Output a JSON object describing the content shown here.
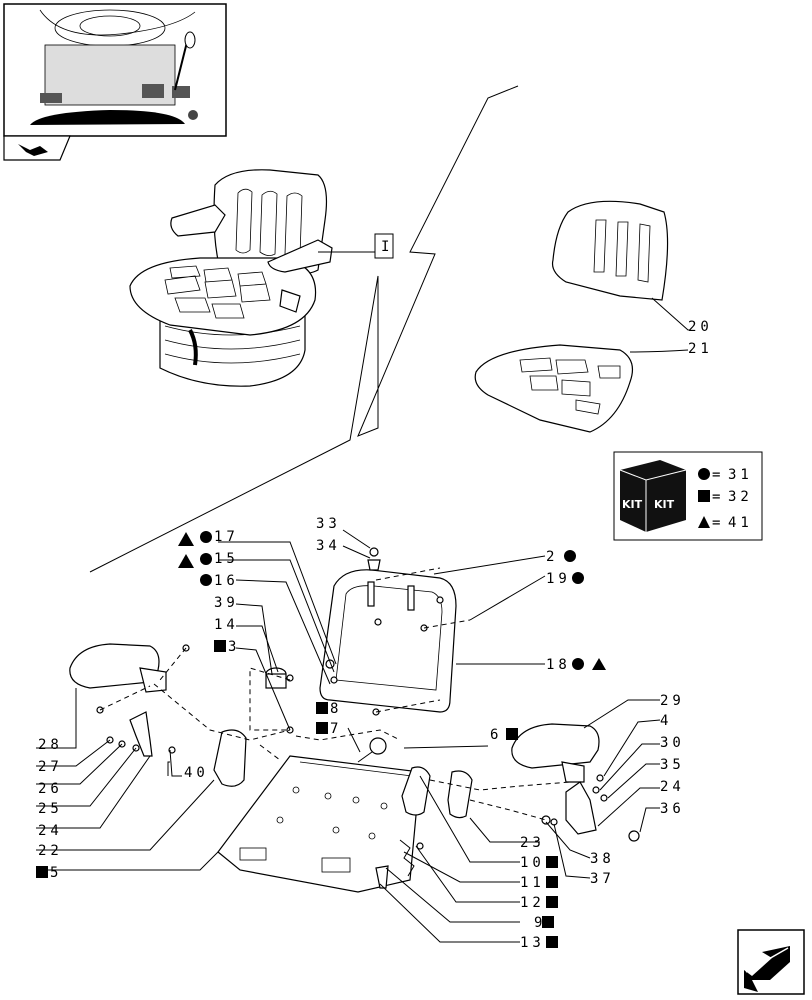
{
  "callouts": [
    {
      "id": "c20",
      "text": "20"
    },
    {
      "id": "c21",
      "text": "21"
    },
    {
      "id": "c33",
      "text": "33"
    },
    {
      "id": "c34",
      "text": "34"
    },
    {
      "id": "c17",
      "text": "17"
    },
    {
      "id": "c15",
      "text": "15"
    },
    {
      "id": "c16",
      "text": "16"
    },
    {
      "id": "c39",
      "text": "39"
    },
    {
      "id": "c14",
      "text": "14"
    },
    {
      "id": "c3",
      "text": "3"
    },
    {
      "id": "c2",
      "text": "2"
    },
    {
      "id": "c19",
      "text": "19"
    },
    {
      "id": "c18",
      "text": "18"
    },
    {
      "id": "c8",
      "text": "8"
    },
    {
      "id": "c7",
      "text": "7"
    },
    {
      "id": "c6",
      "text": "6"
    },
    {
      "id": "c29",
      "text": "29"
    },
    {
      "id": "c4",
      "text": "4"
    },
    {
      "id": "c30",
      "text": "30"
    },
    {
      "id": "c35",
      "text": "35"
    },
    {
      "id": "c24r",
      "text": "24"
    },
    {
      "id": "c36",
      "text": "36"
    },
    {
      "id": "c28",
      "text": "28"
    },
    {
      "id": "c27",
      "text": "27"
    },
    {
      "id": "c26",
      "text": "26"
    },
    {
      "id": "c25",
      "text": "25"
    },
    {
      "id": "c24l",
      "text": "24"
    },
    {
      "id": "c22",
      "text": "22"
    },
    {
      "id": "c5",
      "text": "5"
    },
    {
      "id": "c40",
      "text": "40"
    },
    {
      "id": "c23",
      "text": "23"
    },
    {
      "id": "c10",
      "text": "10"
    },
    {
      "id": "c11",
      "text": "11"
    },
    {
      "id": "c12",
      "text": "12"
    },
    {
      "id": "c9",
      "text": "9"
    },
    {
      "id": "c13",
      "text": "13"
    },
    {
      "id": "c38",
      "text": "38"
    },
    {
      "id": "c37",
      "text": "37"
    }
  ],
  "reference_box": {
    "text": "I"
  },
  "kit_legend": {
    "kit_label": "KIT",
    "rows": [
      {
        "symbol": "circle",
        "value": "31"
      },
      {
        "symbol": "square",
        "value": "32"
      },
      {
        "symbol": "triangle",
        "value": "41"
      }
    ]
  },
  "icons": [
    "thumbnail-navigation-arrow-icon",
    "next-page-arrow-icon",
    "kit-box-icon"
  ]
}
